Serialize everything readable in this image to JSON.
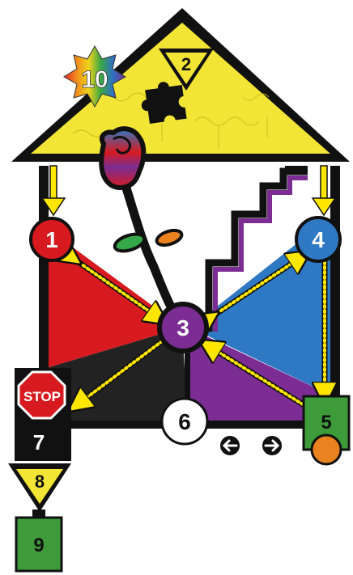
{
  "colors": {
    "roof": "#f2e535",
    "outline": "#111111",
    "red": "#d61a1f",
    "blue": "#2f78c4",
    "purple": "#7b2d93",
    "dark": "#222222",
    "green": "#3e9b3a",
    "orange": "#e9821f",
    "arrow": "#ffe600",
    "white": "#ffffff"
  },
  "icons": [
    "puzzle-piece-icon",
    "rainbow-star-icon",
    "rose-icon",
    "stop-sign-icon",
    "arrow-left-icon",
    "arrow-right-icon",
    "yield-triangle-icon"
  ],
  "labels": {
    "n1": "1",
    "n2": "2",
    "n3": "3",
    "n4": "4",
    "n5": "5",
    "n6": "6",
    "n7": "7",
    "n8": "8",
    "n9": "9",
    "n10": "10",
    "stop": "STOP"
  }
}
